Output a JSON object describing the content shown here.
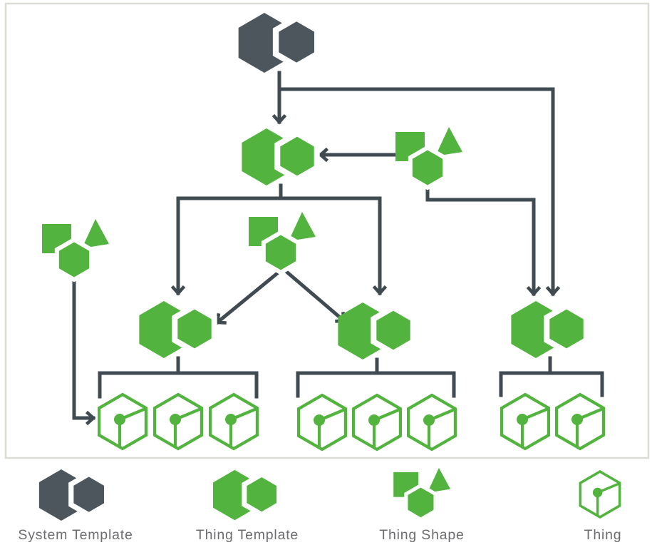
{
  "colors": {
    "green": "#52B43F",
    "dark_slate": "#4C565C",
    "line": "#3F4A51",
    "panel_border": "#DBDCD6",
    "legend_text": "#6C6D70",
    "background": "#FFFFFF"
  },
  "legend": {
    "items": [
      {
        "icon": "system-template-icon",
        "label": "System Template"
      },
      {
        "icon": "thing-template-icon",
        "label": "Thing Template"
      },
      {
        "icon": "thing-shape-icon",
        "label": "Thing Shape"
      },
      {
        "icon": "thing-icon",
        "label": "Thing"
      }
    ]
  },
  "diagram": {
    "description": "Entity inheritance hierarchy: a System Template and Thing Shapes feed Thing Templates, which are instantiated as Things.",
    "nodes": [
      {
        "id": "system-template-1",
        "type": "system-template"
      },
      {
        "id": "thing-template-root",
        "type": "thing-template"
      },
      {
        "id": "thing-shape-right",
        "type": "thing-shape"
      },
      {
        "id": "thing-shape-center",
        "type": "thing-shape"
      },
      {
        "id": "thing-shape-left",
        "type": "thing-shape"
      },
      {
        "id": "thing-template-left",
        "type": "thing-template"
      },
      {
        "id": "thing-template-center",
        "type": "thing-template"
      },
      {
        "id": "thing-template-right",
        "type": "thing-template"
      },
      {
        "id": "thing-left-1",
        "type": "thing"
      },
      {
        "id": "thing-left-2",
        "type": "thing"
      },
      {
        "id": "thing-left-3",
        "type": "thing"
      },
      {
        "id": "thing-center-1",
        "type": "thing"
      },
      {
        "id": "thing-center-2",
        "type": "thing"
      },
      {
        "id": "thing-center-3",
        "type": "thing"
      },
      {
        "id": "thing-right-1",
        "type": "thing"
      },
      {
        "id": "thing-right-2",
        "type": "thing"
      }
    ],
    "edges": [
      {
        "from": "system-template-1",
        "to": "thing-template-root",
        "arrow": true
      },
      {
        "from": "system-template-1",
        "to": "thing-template-right",
        "arrow": true
      },
      {
        "from": "thing-shape-right",
        "to": "thing-template-root",
        "arrow": true
      },
      {
        "from": "thing-shape-right",
        "to": "thing-template-right",
        "arrow": true
      },
      {
        "from": "thing-template-root",
        "to": "thing-template-left",
        "arrow": true
      },
      {
        "from": "thing-template-root",
        "to": "thing-template-center",
        "arrow": true
      },
      {
        "from": "thing-shape-center",
        "to": "thing-template-left",
        "arrow": true
      },
      {
        "from": "thing-shape-center",
        "to": "thing-template-center",
        "arrow": true
      },
      {
        "from": "thing-shape-left",
        "to": "thing-left-1",
        "arrow": true
      },
      {
        "from": "thing-template-left",
        "to": [
          "thing-left-1",
          "thing-left-2",
          "thing-left-3"
        ],
        "arrow": false
      },
      {
        "from": "thing-template-center",
        "to": [
          "thing-center-1",
          "thing-center-2",
          "thing-center-3"
        ],
        "arrow": false
      },
      {
        "from": "thing-template-right",
        "to": [
          "thing-right-1",
          "thing-right-2"
        ],
        "arrow": false
      }
    ]
  }
}
